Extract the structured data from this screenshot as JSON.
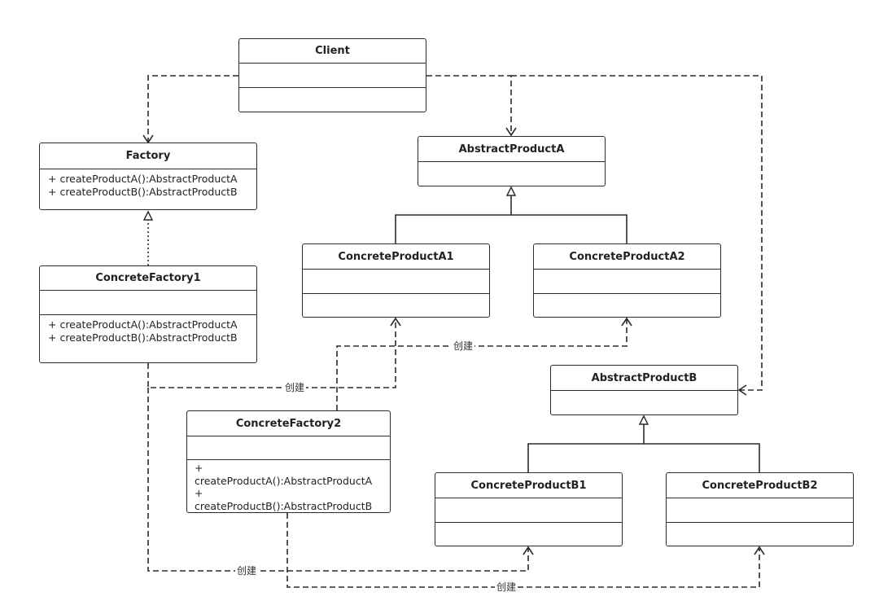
{
  "classes": {
    "client": {
      "name": "Client",
      "ops": []
    },
    "factory": {
      "name": "Factory",
      "ops": [
        "+ createProductA():AbstractProductA",
        "+ createProductB():AbstractProductB"
      ]
    },
    "concrete_factory1": {
      "name": "ConcreteFactory1",
      "ops": [
        "+ createProductA():AbstractProductA",
        "+ createProductB():AbstractProductB"
      ]
    },
    "concrete_factory2": {
      "name": "ConcreteFactory2",
      "ops": [
        "+",
        "createProductA():AbstractProductA",
        "+",
        "createProductB():AbstractProductB"
      ]
    },
    "abstract_product_a": {
      "name": "AbstractProductA",
      "ops": []
    },
    "concrete_product_a1": {
      "name": "ConcreteProductA1",
      "ops": []
    },
    "concrete_product_a2": {
      "name": "ConcreteProductA2",
      "ops": []
    },
    "abstract_product_b": {
      "name": "AbstractProductB",
      "ops": []
    },
    "concrete_product_b1": {
      "name": "ConcreteProductB1",
      "ops": []
    },
    "concrete_product_b2": {
      "name": "ConcreteProductB2",
      "ops": []
    }
  },
  "relations": {
    "create_label": "创建"
  },
  "colors": {
    "stroke": "#2b2b2b",
    "background": "#ffffff"
  }
}
